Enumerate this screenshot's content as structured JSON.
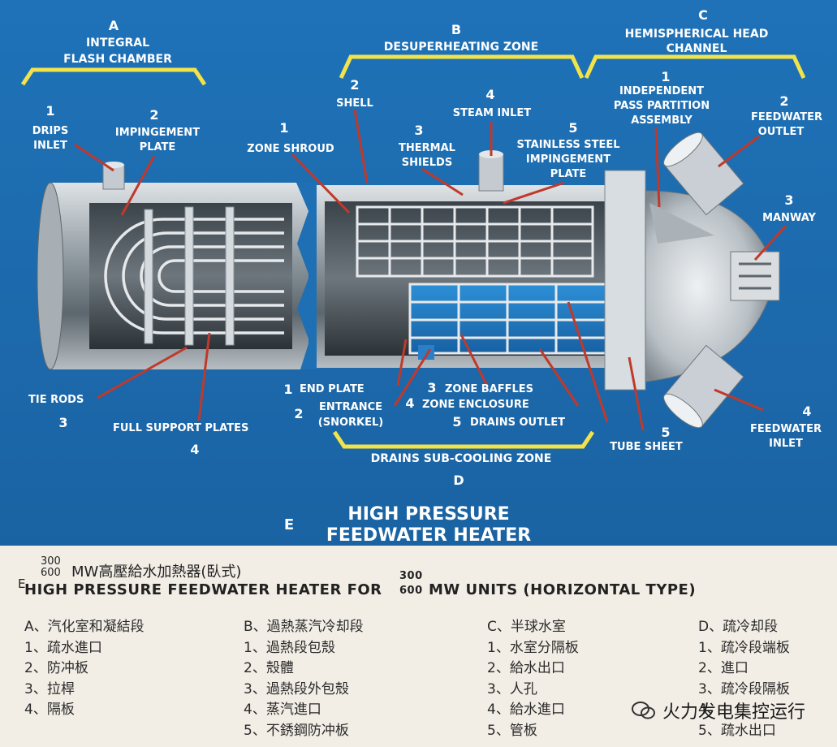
{
  "sections": {
    "a_letter": "A",
    "a_title1": "INTEGRAL",
    "a_title2": "FLASH CHAMBER",
    "b_letter": "B",
    "b_title": "DESUPERHEATING ZONE",
    "c_letter": "C",
    "c_title1": "HEMISPHERICAL HEAD",
    "c_title2": "CHANNEL",
    "d_letter": "D",
    "d_title": "DRAINS SUB-COOLING ZONE",
    "e_letter": "E",
    "e_title1": "HIGH PRESSURE",
    "e_title2": "FEEDWATER HEATER"
  },
  "labels": {
    "a1_num": "1",
    "a1_l1": "DRIPS",
    "a1_l2": "INLET",
    "a2_num": "2",
    "a2_l1": "IMPINGEMENT",
    "a2_l2": "PLATE",
    "a3_l": "TIE RODS",
    "a3_num": "3",
    "a4_l": "FULL SUPPORT PLATES",
    "a4_num": "4",
    "b1_num": "1",
    "b1_l": "ZONE SHROUD",
    "b2_num": "2",
    "b2_l": "SHELL",
    "b3_num": "3",
    "b3_l1": "THERMAL",
    "b3_l2": "SHIELDS",
    "b4_num": "4",
    "b4_l": "STEAM INLET",
    "b5_num": "5",
    "b5_l1": "STAINLESS STEEL",
    "b5_l2": "IMPINGEMENT",
    "b5_l3": "PLATE",
    "c1_num": "1",
    "c1_l1": "INDEPENDENT",
    "c1_l2": "PASS PARTITION",
    "c1_l3": "ASSEMBLY",
    "c2_num": "2",
    "c2_l1": "FEEDWATER",
    "c2_l2": "OUTLET",
    "c3_num": "3",
    "c3_l": "MANWAY",
    "c4_num": "4",
    "c4_l1": "FEEDWATER",
    "c4_l2": "INLET",
    "c5_num": "5",
    "c5_l": "TUBE SHEET",
    "d1_num": "1",
    "d1_l": "END PLATE",
    "d2_num": "2",
    "d2_l1": "ENTRANCE",
    "d2_l2": "(SNORKEL)",
    "d3_num": "3",
    "d3_l": "ZONE BAFFLES",
    "d4_num": "4",
    "d4_l": "ZONE ENCLOSURE",
    "d5_num": "5",
    "d5_l": "DRAINS OUTLET"
  },
  "legend": {
    "cn_sup_top": "300",
    "cn_sup_bottom": "600",
    "cn_title": "MW高壓給水加熱器(臥式)",
    "e_prefix": "E",
    "en_title_a": "HIGH PRESSURE FEEDWATER HEATER FOR",
    "en_sup_top": "300",
    "en_sup_bottom": "600",
    "en_title_b": "MW UNITS (HORIZONTAL TYPE)",
    "col_a": [
      "A、汽化室和凝結段",
      "1、疏水進口",
      "2、防冲板",
      "3、拉桿",
      "4、隔板"
    ],
    "col_b": [
      "B、過熱蒸汽冷却段",
      "1、過熱段包殼",
      "2、殼體",
      "3、過熱段外包殼",
      "4、蒸汽進口",
      "5、不銹鋼防冲板"
    ],
    "col_c": [
      "C、半球水室",
      "1、水室分隔板",
      "2、給水出口",
      "3、人孔",
      "4、給水進口",
      "5、管板"
    ],
    "col_d": [
      "D、疏冷却段",
      "1、疏冷段端板",
      "2、進口",
      "3、疏冷段隔板",
      "4、",
      "5、疏水出口"
    ],
    "watermark": "火力发电集控运行"
  },
  "colors": {
    "background_blue": "#1e6fb3",
    "bracket_yellow": "#f2e34a",
    "leader_red": "#c0392b",
    "metal": "#c8ccd0"
  }
}
